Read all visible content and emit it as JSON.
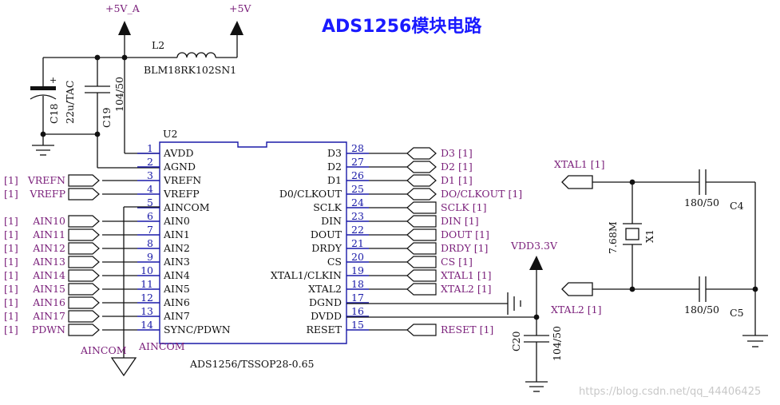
{
  "title": "ADS1256模块电路",
  "watermark": "https://blog.csdn.net/qq_44406425",
  "power_labels": {
    "p5va": "+5V_A",
    "p5v": "+5V",
    "vdd33": "VDD3.3V"
  },
  "inductor": {
    "ref": "L2",
    "value": "BLM18RK102SN1"
  },
  "capacitors": {
    "c18_ref": "C18",
    "c18_val": "22u/TAC",
    "c19_ref": "C19",
    "c19_val": "104/50",
    "c4_ref": "C4",
    "c4_val": "180/50",
    "c5_ref": "C5",
    "c5_val": "180/50",
    "c20_ref": "C20",
    "c20_val": "104/50"
  },
  "crystal": {
    "ref": "X1",
    "value": "7.68M"
  },
  "chip": {
    "ref": "U2",
    "part": "ADS1256/TSSOP28-0.65"
  },
  "left_pins": [
    {
      "num": "1",
      "name": "AVDD"
    },
    {
      "num": "2",
      "name": "AGND"
    },
    {
      "num": "3",
      "name": "VREFN"
    },
    {
      "num": "4",
      "name": "VREFP"
    },
    {
      "num": "5",
      "name": "AINCOM"
    },
    {
      "num": "6",
      "name": "AIN0"
    },
    {
      "num": "7",
      "name": "AIN1"
    },
    {
      "num": "8",
      "name": "AIN2"
    },
    {
      "num": "9",
      "name": "AIN3"
    },
    {
      "num": "10",
      "name": "AIN4"
    },
    {
      "num": "11",
      "name": "AIN5"
    },
    {
      "num": "12",
      "name": "AIN6"
    },
    {
      "num": "13",
      "name": "AIN7"
    },
    {
      "num": "14",
      "name": "SYNC/PDWN"
    }
  ],
  "right_pins": [
    {
      "num": "28",
      "name": "D3"
    },
    {
      "num": "27",
      "name": "D2"
    },
    {
      "num": "26",
      "name": "D1"
    },
    {
      "num": "25",
      "name": "D0/CLKOUT"
    },
    {
      "num": "24",
      "name": "SCLK"
    },
    {
      "num": "23",
      "name": "DIN"
    },
    {
      "num": "22",
      "name": "DOUT"
    },
    {
      "num": "21",
      "name": "DRDY"
    },
    {
      "num": "20",
      "name": "CS"
    },
    {
      "num": "19",
      "name": "XTAL1/CLKIN"
    },
    {
      "num": "18",
      "name": "XTAL2"
    },
    {
      "num": "17",
      "name": "DGND"
    },
    {
      "num": "16",
      "name": "DVDD"
    },
    {
      "num": "15",
      "name": "RESET"
    }
  ],
  "left_ports": [
    {
      "sheet": "[1]",
      "name": "VREFN"
    },
    {
      "sheet": "[1]",
      "name": "VREFP"
    },
    {
      "sheet": "[1]",
      "name": "AIN10"
    },
    {
      "sheet": "[1]",
      "name": "AIN11"
    },
    {
      "sheet": "[1]",
      "name": "AIN12"
    },
    {
      "sheet": "[1]",
      "name": "AIN13"
    },
    {
      "sheet": "[1]",
      "name": "AIN14"
    },
    {
      "sheet": "[1]",
      "name": "AIN15"
    },
    {
      "sheet": "[1]",
      "name": "AIN16"
    },
    {
      "sheet": "[1]",
      "name": "AIN17"
    },
    {
      "sheet": "[1]",
      "name": "PDWN"
    }
  ],
  "right_ports": [
    {
      "name": "D3",
      "sheet": "[1]"
    },
    {
      "name": "D2",
      "sheet": "[1]"
    },
    {
      "name": "D1",
      "sheet": "[1]"
    },
    {
      "name": "DO/CLKOUT",
      "sheet": "[1]"
    },
    {
      "name": "SCLK",
      "sheet": "[1]"
    },
    {
      "name": "DIN",
      "sheet": "[1]"
    },
    {
      "name": "DOUT",
      "sheet": "[1]"
    },
    {
      "name": "DRDY",
      "sheet": "[1]"
    },
    {
      "name": "CS",
      "sheet": "[1]"
    },
    {
      "name": "XTAL1",
      "sheet": "[1]"
    },
    {
      "name": "XTAL2",
      "sheet": "[1]"
    },
    {
      "name": "RESET",
      "sheet": "[1]"
    }
  ],
  "xtal_ports": {
    "xtal1": "XTAL1 [1]",
    "xtal2": "XTAL2 [1]"
  },
  "aincom_labels": {
    "net": "AINCOM",
    "port": "AINCOM"
  }
}
